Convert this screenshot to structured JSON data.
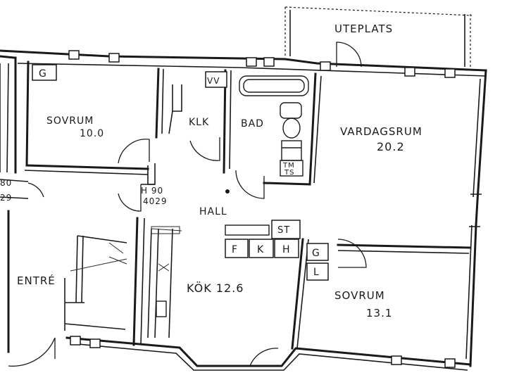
{
  "rooms": {
    "uteplats": "UTEPLATS",
    "sovrum1_name": "SOVRUM",
    "sovrum1_area": "10.0",
    "klk": "KLK",
    "bad": "BAD",
    "vardagsrum_name": "VARDAGSRUM",
    "vardagsrum_area": "20.2",
    "hall": "HALL",
    "entre": "ENTRÉ",
    "kok": "KÖK 12.6",
    "sovrum2_name": "SOVRUM",
    "sovrum2_area": "13.1"
  },
  "symbols": {
    "g_top": "G",
    "vv": "VV",
    "tm": "TM",
    "ts": "TS",
    "st": "ST",
    "f": "F",
    "k": "K",
    "h": "H",
    "g_mid": "G",
    "l": "L"
  },
  "dimensions": {
    "door1_top": "H 90",
    "door1_bottom": "4029",
    "door2_top": "80",
    "door2_bottom": "29"
  }
}
